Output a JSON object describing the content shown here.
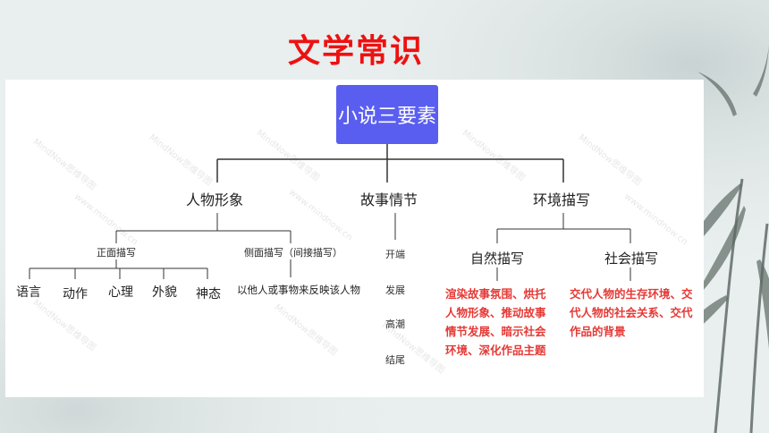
{
  "title": "文学常识",
  "root": "小说三要素",
  "branches": {
    "characters": {
      "label": "人物形象",
      "direct": {
        "label": "正面描写",
        "items": [
          "语言",
          "动作",
          "心理",
          "外貌",
          "神态"
        ]
      },
      "indirect": {
        "label": "侧面描写（间接描写）",
        "desc": "以他人或事物来反映该人物"
      }
    },
    "plot": {
      "label": "故事情节",
      "stages": [
        "开端",
        "发展",
        "高潮",
        "结尾"
      ]
    },
    "environment": {
      "label": "环境描写",
      "natural": {
        "label": "自然描写",
        "desc": "渲染故事氛围、烘托\n人物形象、推动故事\n情节发展、暗示社会\n环境、深化作品主题"
      },
      "social": {
        "label": "社会描写",
        "desc": "交代人物的生存环境、交\n代人物的社会关系、交代\n作品的背景"
      }
    }
  },
  "watermark": "MindNow思维导图",
  "watermark_url": "www.mindnow.cn",
  "colors": {
    "root": "#5a5ef0",
    "title": "#ee1111",
    "highlight": "#e53935"
  }
}
